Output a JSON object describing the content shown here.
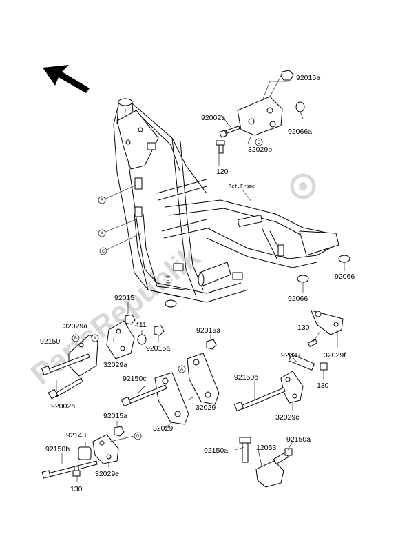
{
  "frame_label": "Ref.Frame",
  "watermark": "PartsRepublik",
  "markers": {
    "A": "A",
    "B": "B",
    "C": "C",
    "D": "D"
  },
  "parts": {
    "p92015a_top": "92015a",
    "p92002a": "92002a",
    "p92066a": "92066a",
    "p32029b": "32029b",
    "p120": "120",
    "p92066_r1": "92066",
    "p92066_r2": "92066",
    "p92015": "92015",
    "p411": "411",
    "p32029a_1": "32029a",
    "p92150": "92150",
    "p32029a_2": "32029a",
    "p92015a_mid": "92015a",
    "p92015a_mid2": "92015a",
    "p92002b": "92002b",
    "p92150c_l": "92150c",
    "p32029_1": "32029",
    "p32029_2": "32029",
    "p92015a_low": "92015a",
    "p92143": "92143",
    "p92150b": "92150b",
    "p32029e": "32029e",
    "p130_bl": "130",
    "p130_r1": "130",
    "p32029f": "32029f",
    "p92037": "92037",
    "p130_r2": "130",
    "p92150c_r": "92150c",
    "p32029c": "32029c",
    "p92150a_l": "92150a",
    "p12053": "12053",
    "p92150a_r": "92150a"
  }
}
